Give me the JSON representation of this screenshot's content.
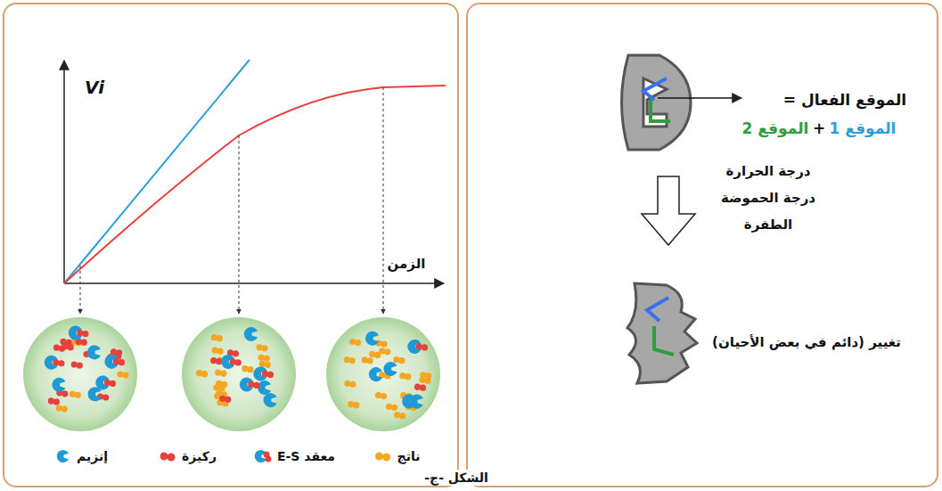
{
  "diagram": {
    "caption": "الشكل -ج-",
    "labels": [
      "Vi",
      "الزمن",
      "الموقع الفعال =",
      "الموقع 1",
      "+",
      "الموقع 2",
      "درجة الحرارة",
      "درجة الحموضة",
      "الطفرة",
      "تغيير (دائم في بعض الأحيان)"
    ],
    "legend": [
      {
        "text": "ناتج",
        "color": "#f5a623"
      },
      {
        "text": "معقد E-S"
      },
      {
        "text": "ركيزة",
        "color": "#e8413c"
      },
      {
        "text": "إنزيم",
        "color": "#1e9ad6"
      }
    ]
  }
}
